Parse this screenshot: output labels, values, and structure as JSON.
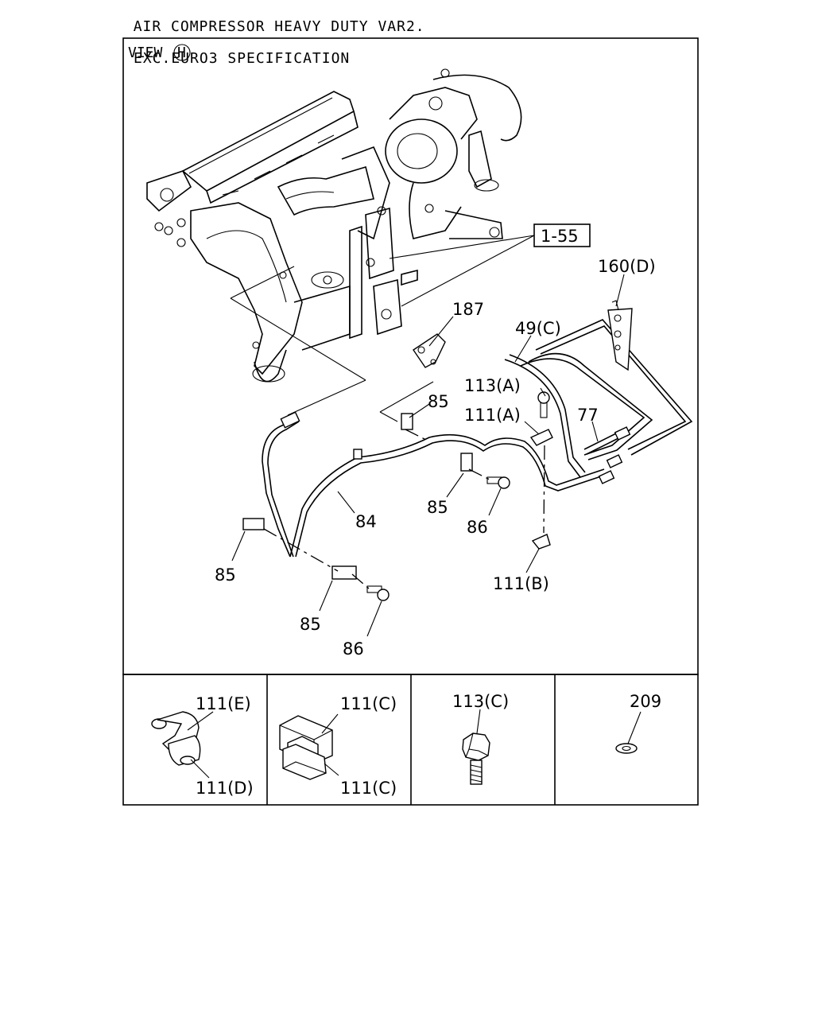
{
  "title": {
    "line1": "AIR COMPRESSOR HEAVY DUTY VAR2.",
    "line2": "EXC.EURO3 SPECIFICATION"
  },
  "view": {
    "label": "VIEW",
    "marker": "H"
  },
  "callouts": {
    "ref_1_55": "1-55",
    "p160d": "160(D)",
    "p187": "187",
    "p49c": "49(C)",
    "p113a": "113(A)",
    "p111a": "111(A)",
    "p85_top": "85",
    "p77": "77",
    "p85_mid": "85",
    "p86_mid": "86",
    "p84": "84",
    "p85_left": "85",
    "p85_low": "85",
    "p86_low": "86",
    "p111b": "111(B)"
  },
  "details": [
    {
      "labels": [
        "111(E)",
        "111(D)"
      ]
    },
    {
      "labels": [
        "111(C)",
        "111(C)"
      ]
    },
    {
      "labels": [
        "113(C)"
      ]
    },
    {
      "labels": [
        "209"
      ]
    }
  ]
}
